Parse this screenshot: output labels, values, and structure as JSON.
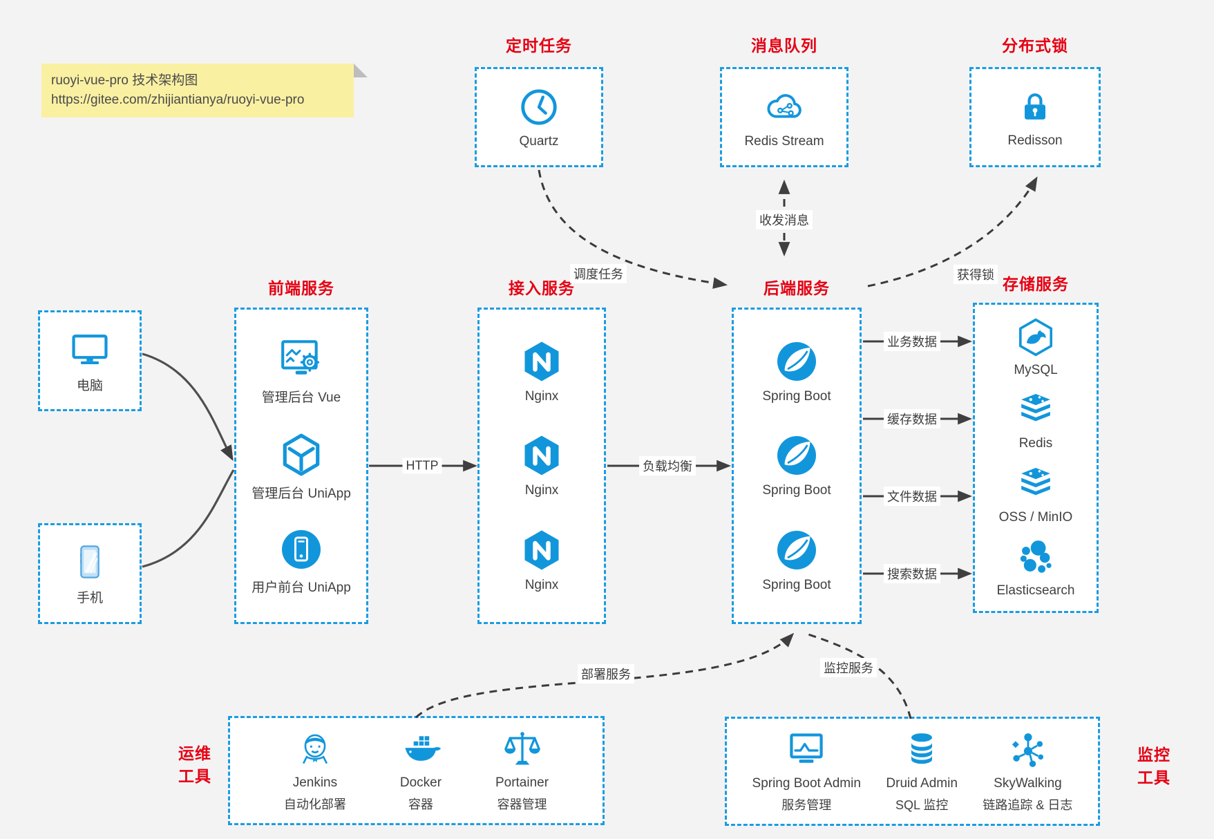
{
  "colors": {
    "accent_blue": "#1296db",
    "border_blue": "#1b9ce0",
    "heading_red": "#e60012",
    "note_bg": "#faf0a2",
    "arrow_dark": "#3f3f3f"
  },
  "note": {
    "line1": "ruoyi-vue-pro 技术架构图",
    "line2": "https://gitee.com/zhijiantianya/ruoyi-vue-pro"
  },
  "clients": {
    "pc": {
      "label": "电脑",
      "icon": "desktop-icon"
    },
    "mobile": {
      "label": "手机",
      "icon": "smartphone-icon"
    }
  },
  "groups": {
    "scheduler": {
      "title": "定时任务",
      "items": [
        {
          "label": "Quartz",
          "icon": "clock-icon"
        }
      ]
    },
    "mq": {
      "title": "消息队列",
      "items": [
        {
          "label": "Redis Stream",
          "icon": "cloud-stream-icon"
        }
      ]
    },
    "lock": {
      "title": "分布式锁",
      "items": [
        {
          "label": "Redisson",
          "icon": "lock-icon"
        }
      ]
    },
    "frontend": {
      "title": "前端服务",
      "items": [
        {
          "label": "管理后台 Vue",
          "icon": "admin-vue-icon"
        },
        {
          "label": "管理后台 UniApp",
          "icon": "uniapp-cube-icon"
        },
        {
          "label": "用户前台 UniApp",
          "icon": "user-uniapp-icon"
        }
      ]
    },
    "gateway": {
      "title": "接入服务",
      "items": [
        {
          "label": "Nginx",
          "icon": "nginx-icon"
        },
        {
          "label": "Nginx",
          "icon": "nginx-icon"
        },
        {
          "label": "Nginx",
          "icon": "nginx-icon"
        }
      ]
    },
    "backend": {
      "title": "后端服务",
      "items": [
        {
          "label": "Spring Boot",
          "icon": "spring-boot-icon"
        },
        {
          "label": "Spring Boot",
          "icon": "spring-boot-icon"
        },
        {
          "label": "Spring Boot",
          "icon": "spring-boot-icon"
        }
      ]
    },
    "storage": {
      "title": "存储服务",
      "items": [
        {
          "label": "MySQL",
          "icon": "mysql-icon"
        },
        {
          "label": "Redis",
          "icon": "redis-icon"
        },
        {
          "label": "OSS / MinIO",
          "icon": "oss-minio-icon"
        },
        {
          "label": "Elasticsearch",
          "icon": "elasticsearch-icon"
        }
      ]
    },
    "ops": {
      "title_line1": "运维",
      "title_line2": "工具",
      "items": [
        {
          "label": "Jenkins",
          "sublabel": "自动化部署",
          "icon": "jenkins-icon"
        },
        {
          "label": "Docker",
          "sublabel": "容器",
          "icon": "docker-icon"
        },
        {
          "label": "Portainer",
          "sublabel": "容器管理",
          "icon": "portainer-icon"
        }
      ]
    },
    "monitor": {
      "title_line1": "监控",
      "title_line2": "工具",
      "items": [
        {
          "label": "Spring Boot Admin",
          "sublabel": "服务管理",
          "icon": "spring-boot-admin-icon"
        },
        {
          "label": "Druid Admin",
          "sublabel": "SQL 监控",
          "icon": "druid-icon"
        },
        {
          "label": "SkyWalking",
          "sublabel": "链路追踪 & 日志",
          "icon": "skywalking-icon"
        }
      ]
    }
  },
  "edges": {
    "http": "HTTP",
    "load_balance": "负载均衡",
    "business_data": "业务数据",
    "cache_data": "缓存数据",
    "file_data": "文件数据",
    "search_data": "搜索数据",
    "schedule_task": "调度任务",
    "send_receive_msg": "收发消息",
    "acquire_lock": "获得锁",
    "deploy_service": "部署服务",
    "monitor_service": "监控服务"
  }
}
